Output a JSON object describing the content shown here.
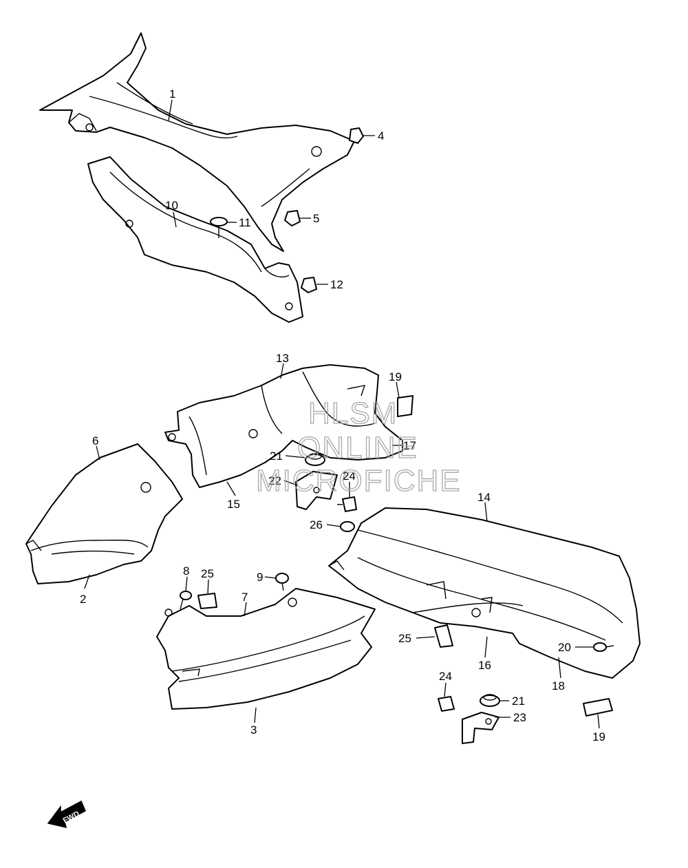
{
  "diagram": {
    "callouts": [
      "1",
      "2",
      "3",
      "4",
      "5",
      "6",
      "7",
      "8",
      "9",
      "10",
      "11",
      "12",
      "13",
      "14",
      "15",
      "16",
      "17",
      "18",
      "19",
      "19",
      "20",
      "21",
      "21",
      "22",
      "23",
      "24",
      "24",
      "25",
      "25",
      "26"
    ],
    "watermark": [
      "HLSM",
      "ONLINE",
      "MICROFICHE"
    ],
    "direction_marker": "FWD",
    "icon": "fwd-arrow-icon"
  }
}
